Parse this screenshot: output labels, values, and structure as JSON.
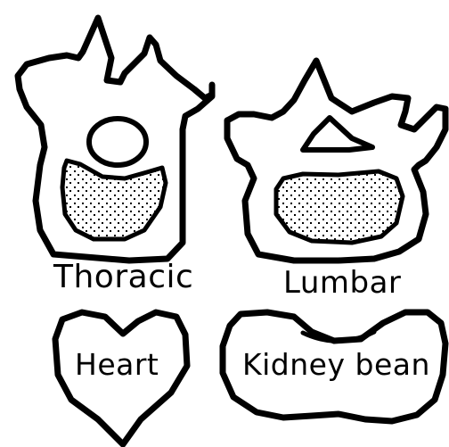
{
  "colors": {
    "ink": "#000000",
    "paper": "#ffffff",
    "stipple": "#000000"
  },
  "shapes": [
    {
      "name": "thoracic-vertebra",
      "label": "Thoracic"
    },
    {
      "name": "lumbar-vertebra",
      "label": "Lumbar"
    },
    {
      "name": "heart-shape",
      "label": "Heart"
    },
    {
      "name": "kidney-bean-shape",
      "label": "Kidney bean"
    }
  ]
}
